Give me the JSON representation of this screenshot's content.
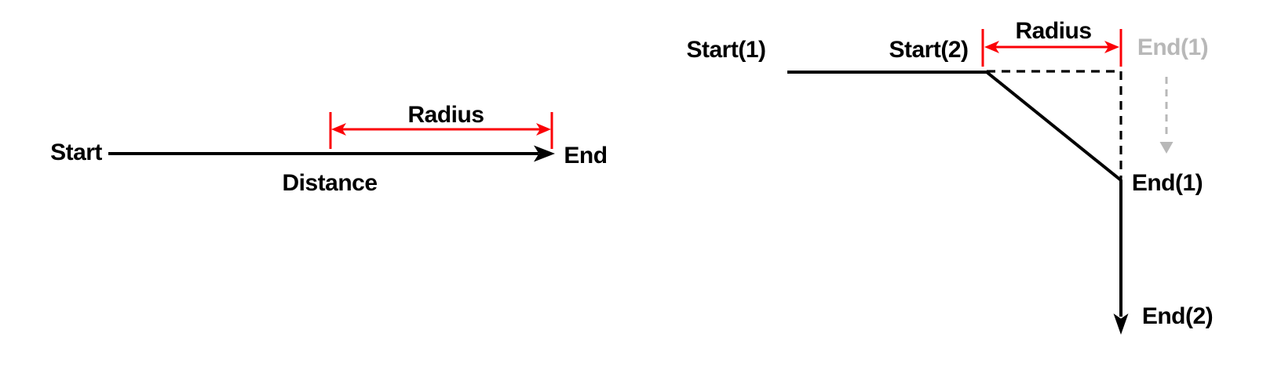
{
  "colors": {
    "line": "#000000",
    "accent": "#fb0006",
    "ghost": "#b8b8b8"
  },
  "left_diagram": {
    "start_label": "Start",
    "end_label": "End",
    "distance_label": "Distance",
    "radius_label": "Radius"
  },
  "right_diagram": {
    "start1_label": "Start(1)",
    "start2_label": "Start(2)",
    "radius_label": "Radius",
    "end1_ghost_label": "End(1)",
    "end1_label": "End(1)",
    "end2_label": "End(2)"
  }
}
